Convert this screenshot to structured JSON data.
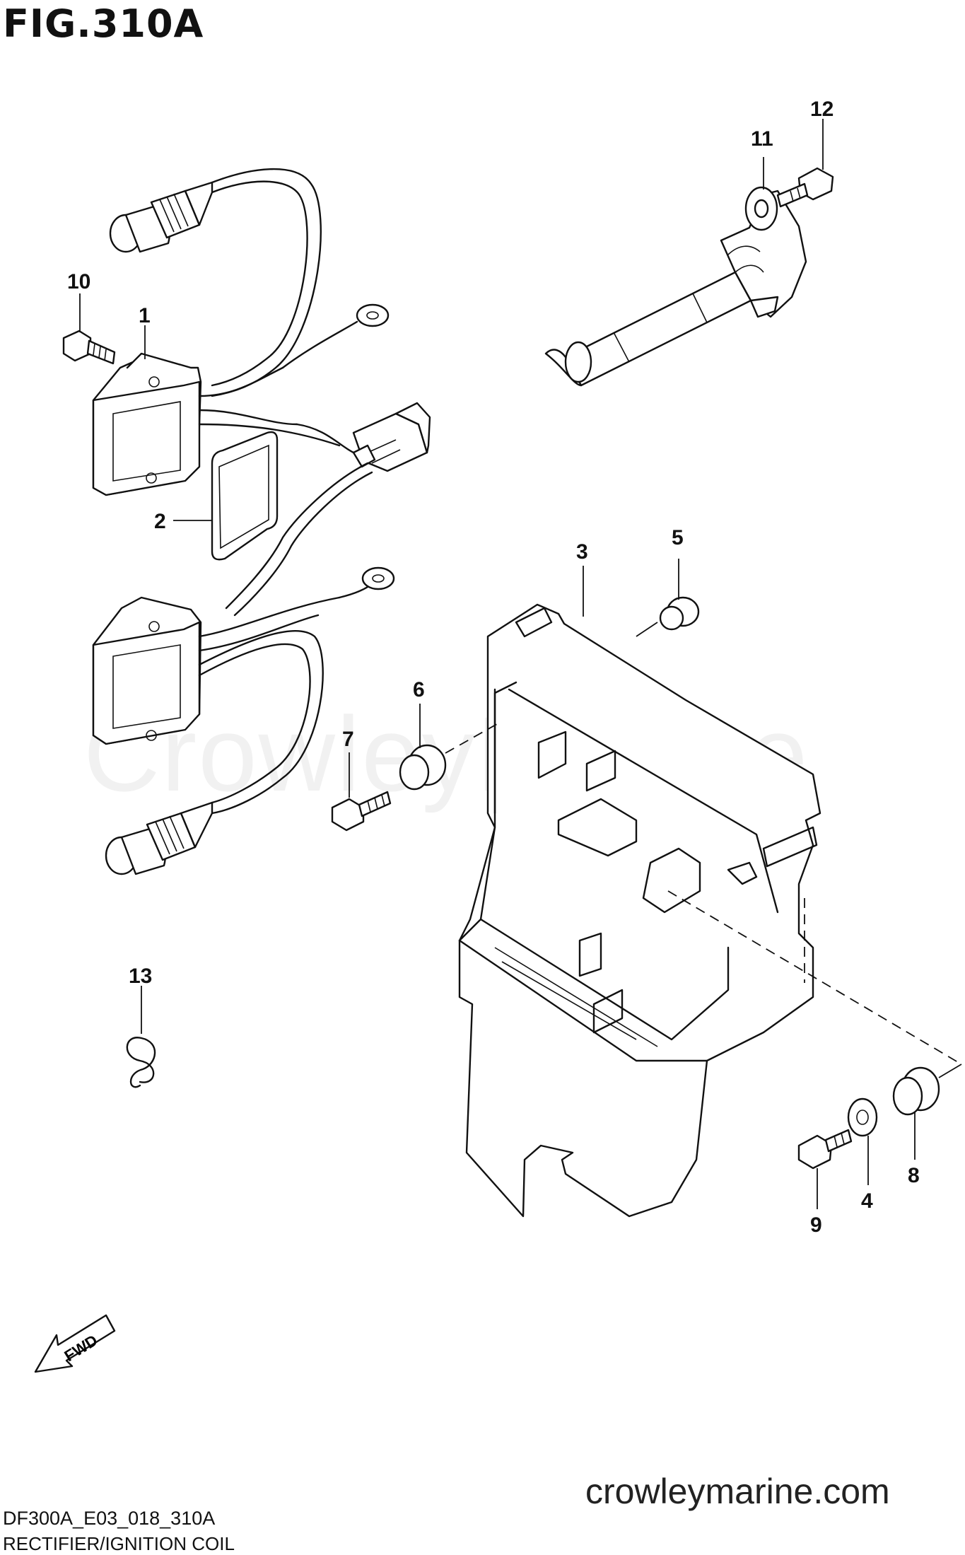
{
  "figure": {
    "title": "FIG.310A",
    "code": "DF300A_E03_018_310A",
    "name": "RECTIFIER/IGNITION COIL",
    "website": "crowleymarine.com",
    "watermark": "CrowleyMarine",
    "direction_label": "FWD"
  },
  "callouts": [
    "1",
    "2",
    "3",
    "4",
    "5",
    "6",
    "7",
    "8",
    "9",
    "10",
    "11",
    "12",
    "13"
  ]
}
